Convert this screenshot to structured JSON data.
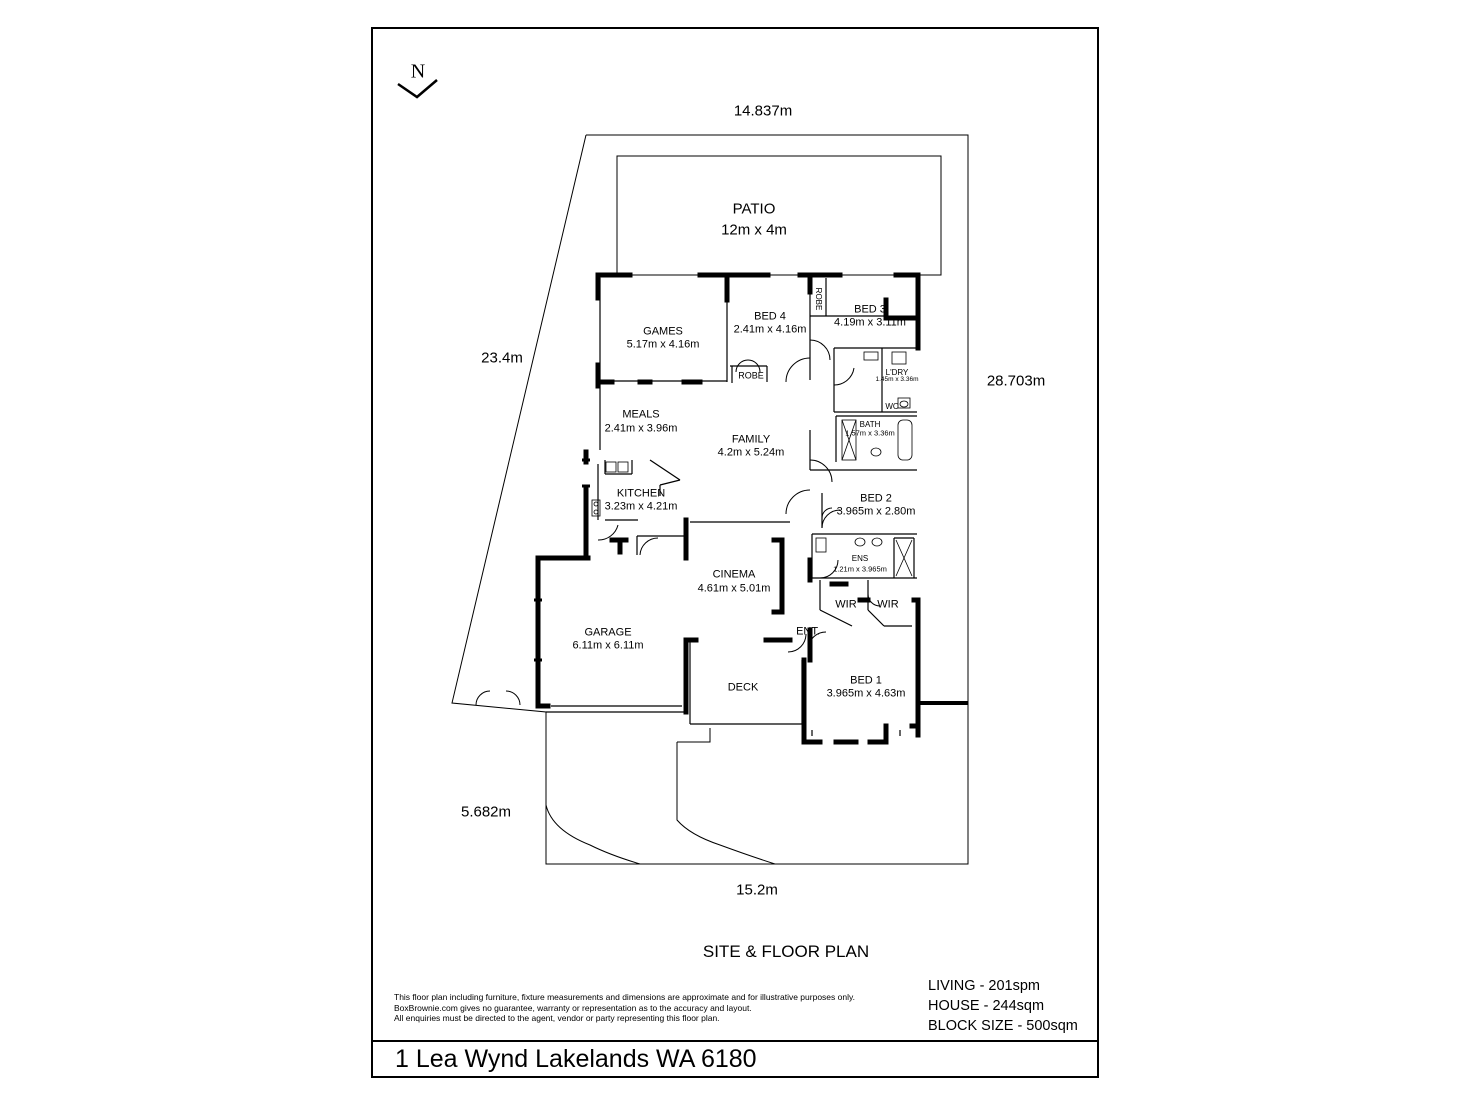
{
  "compass": {
    "letter": "N",
    "icon": "north-arrow-icon"
  },
  "site": {
    "top_width": "14.837m",
    "left_side": "23.4m",
    "right_side": "28.703m",
    "bottom_left": "5.682m",
    "bottom_width": "15.2m"
  },
  "rooms": {
    "patio": {
      "name": "PATIO",
      "dim": "12m x 4m"
    },
    "games": {
      "name": "GAMES",
      "dim": "5.17m x 4.16m"
    },
    "bed4": {
      "name": "BED 4",
      "dim": "2.41m x 4.16m"
    },
    "robe4": {
      "name": "ROBE"
    },
    "robe3": {
      "name": "ROBE"
    },
    "bed3": {
      "name": "BED 3",
      "dim": "4.19m x 3.11m"
    },
    "ldry": {
      "name": "L'DRY",
      "dim": "1.45m x 3.36m"
    },
    "wc": {
      "name": "WC"
    },
    "bath": {
      "name": "BATH",
      "dim": "1.57m x 3.36m"
    },
    "meals": {
      "name": "MEALS",
      "dim": "2.41m x 3.96m"
    },
    "family": {
      "name": "FAMILY",
      "dim": "4.2m x 5.24m"
    },
    "kitchen": {
      "name": "KITCHEN",
      "dim": "3.23m x 4.21m"
    },
    "bed2": {
      "name": "BED 2",
      "dim": "3.965m x 2.80m"
    },
    "ens": {
      "name": "ENS",
      "dim": "1.21m x 3.965m"
    },
    "cinema": {
      "name": "CINEMA",
      "dim": "4.61m x 5.01m"
    },
    "wir1": {
      "name": "WIR"
    },
    "wir2": {
      "name": "WIR"
    },
    "garage": {
      "name": "GARAGE",
      "dim": "6.11m x 6.11m"
    },
    "ent": {
      "name": "ENT."
    },
    "deck": {
      "name": "DECK"
    },
    "bed1": {
      "name": "BED 1",
      "dim": "3.965m x 4.63m"
    }
  },
  "title": "SITE & FLOOR PLAN",
  "disclaimer": [
    "This floor plan including furniture, fixture measurements and dimensions are approximate and for illustrative purposes only.",
    "BoxBrownie.com gives no guarantee, warranty or representation as to the accuracy and layout.",
    "All enquiries must be directed to the agent, vendor or party representing this floor plan."
  ],
  "stats": {
    "living": "LIVING - 201spm",
    "house": "HOUSE - 244sqm",
    "block": "BLOCK SIZE - 500sqm"
  },
  "address": "1 Lea Wynd Lakelands WA  6180"
}
